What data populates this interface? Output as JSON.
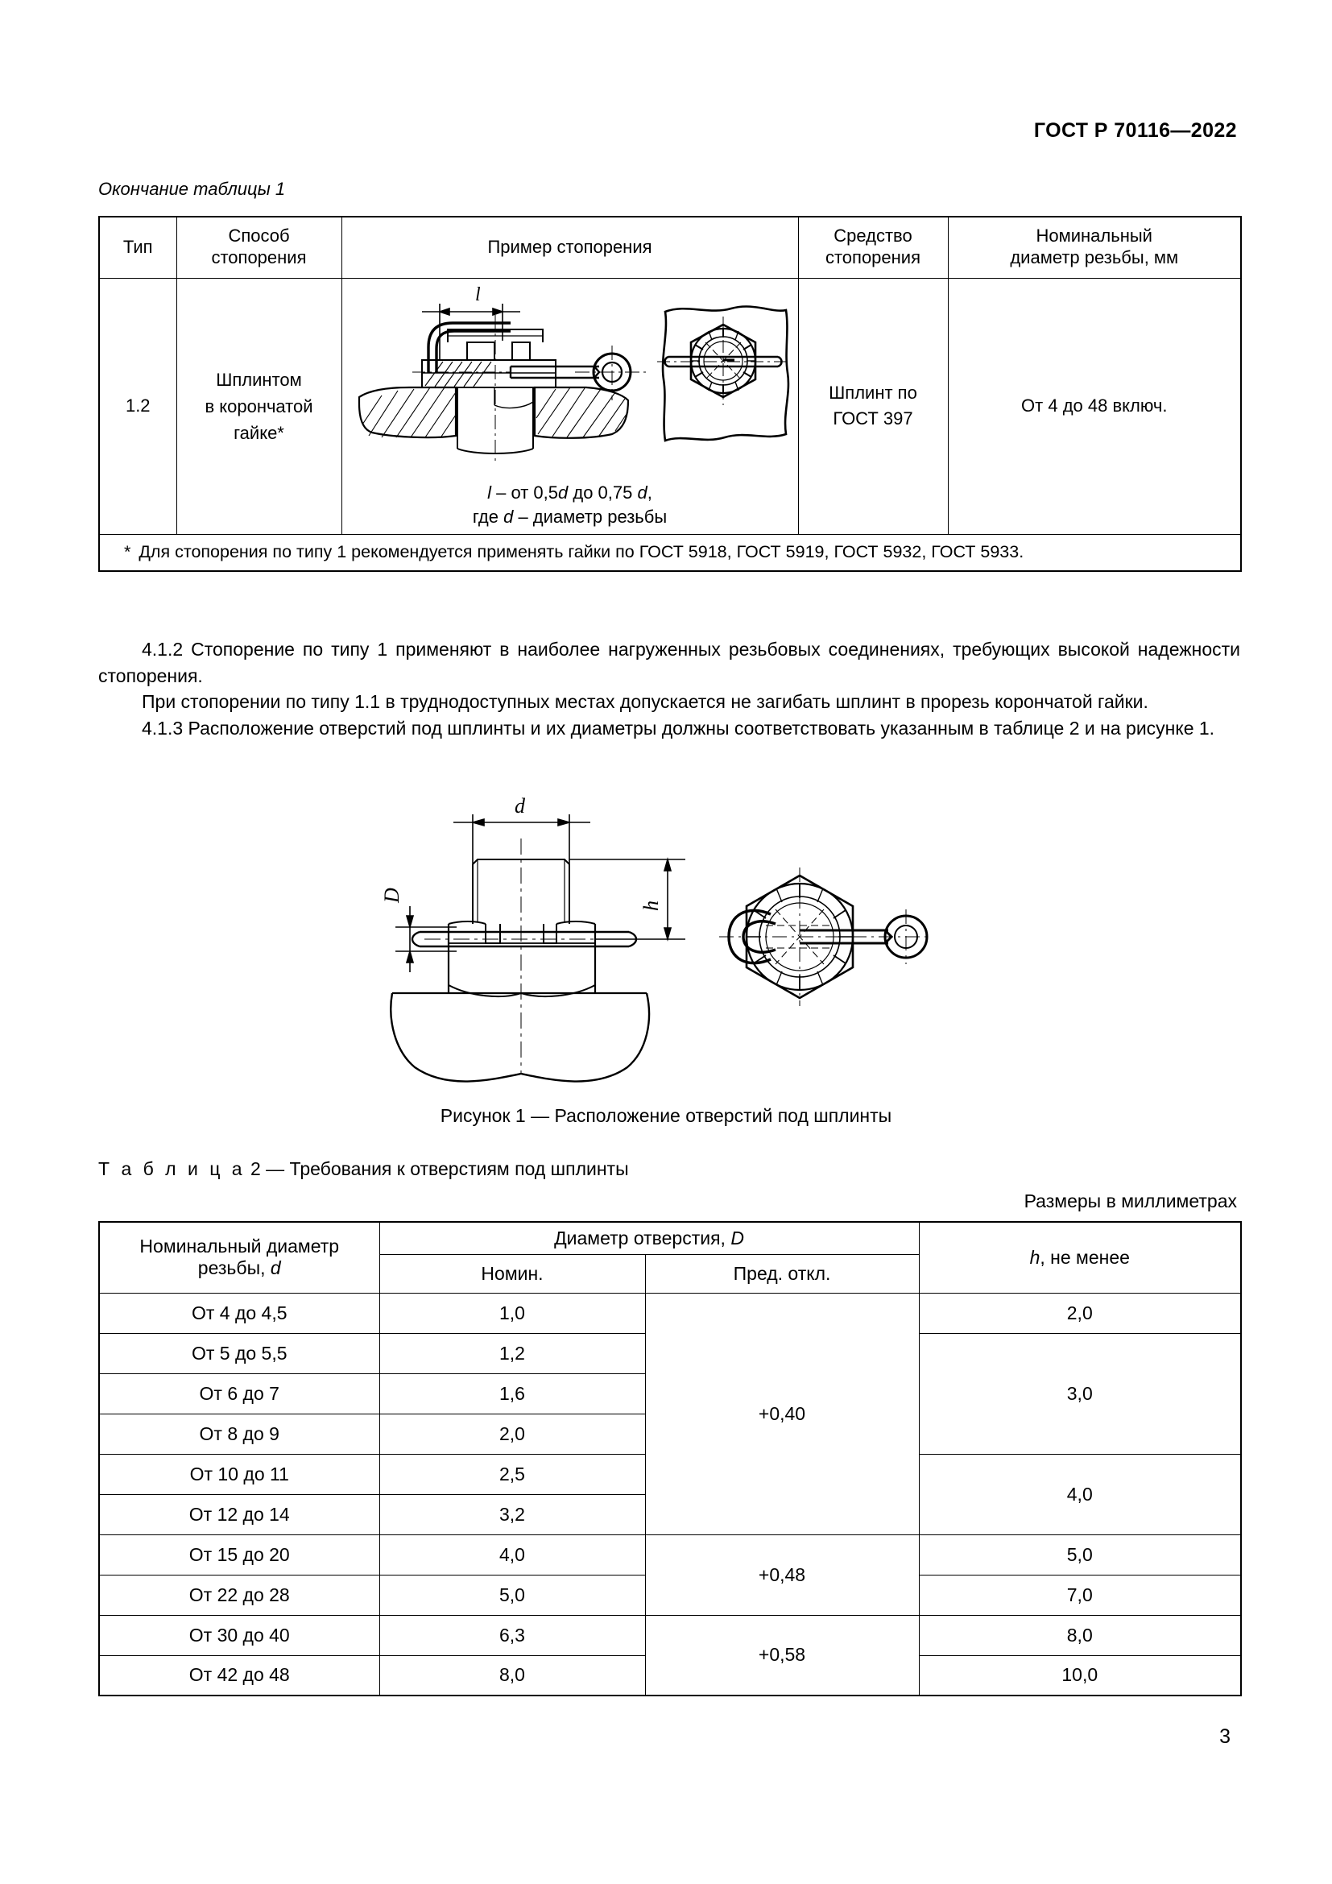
{
  "header": {
    "standard_title": "ГОСТ Р 70116—2022"
  },
  "page_number": "3",
  "table1": {
    "caption": "Окончание таблицы 1",
    "headers": {
      "type": "Тип",
      "method_line1": "Способ",
      "method_line2": "стопорения",
      "example": "Пример стопорения",
      "means_line1": "Средство",
      "means_line2": "стопорения",
      "diameter_line1": "Номинальный",
      "diameter_line2": "диаметр резьбы, мм"
    },
    "row": {
      "type": "1.2",
      "method_line1": "Шплинтом",
      "method_line2": "в корончатой",
      "method_line3": "гайке*",
      "figure_label_l": "l",
      "figure_note_line1_a": "l",
      "figure_note_line1_b": " – от 0,5",
      "figure_note_line1_c": "d",
      "figure_note_line1_d": " до 0,75 ",
      "figure_note_line1_e": "d",
      "figure_note_line1_f": ",",
      "figure_note_line2_a": "где ",
      "figure_note_line2_b": "d",
      "figure_note_line2_c": " – диаметр резьбы",
      "means_line1": "Шплинт по",
      "means_line2": "ГОСТ 397",
      "diameter": "От 4 до 48 включ."
    },
    "footnote_star": "*",
    "footnote_text": "Для стопорения по типу 1 рекомендуется применять гайки по ГОСТ 5918, ГОСТ 5919, ГОСТ 5932, ГОСТ 5933."
  },
  "body": {
    "para_412": "4.1.2  Стопорение по типу 1 применяют в наиболее нагруженных резьбовых соединениях, требующих высокой надежности стопорения.",
    "para_411_note": "При стопорении по типу 1.1 в труднодоступных местах допускается не загибать шплинт в прорезь корончатой гайки.",
    "para_413": "4.1.3  Расположение отверстий под шплинты и их диаметры должны соответствовать указанным в таблице 2 и на рисунке 1."
  },
  "figure1": {
    "label_d": "d",
    "label_D": "D",
    "label_h": "h",
    "caption": "Рисунок 1 — Расположение отверстий под шплинты"
  },
  "table2": {
    "title_prefix": "Т а б л и ц а",
    "title_number": "2",
    "title_text": "— Требования к отверстиям под шплинты",
    "units_note": "Размеры в миллиметрах",
    "headers": {
      "thread_diameter_a": "Номинальный диаметр резьбы, ",
      "thread_diameter_b": "d",
      "hole_diameter_a": "Диаметр отверстия, ",
      "hole_diameter_b": "D",
      "nominal": "Номин.",
      "deviation": "Пред. откл.",
      "h_a": "h",
      "h_b": ", не менее"
    },
    "rows": [
      {
        "thread": "От 4 до 4,5",
        "nominal": "1,0"
      },
      {
        "thread": "От 5 до 5,5",
        "nominal": "1,2"
      },
      {
        "thread": "От 6 до 7",
        "nominal": "1,6"
      },
      {
        "thread": "От 8 до 9",
        "nominal": "2,0"
      },
      {
        "thread": "От 10 до 11",
        "nominal": "2,5"
      },
      {
        "thread": "От 12 до 14",
        "nominal": "3,2"
      },
      {
        "thread": "От 15 до 20",
        "nominal": "4,0"
      },
      {
        "thread": "От 22 до 28",
        "nominal": "5,0"
      },
      {
        "thread": "От 30 до 40",
        "nominal": "6,3"
      },
      {
        "thread": "От 42 до 48",
        "nominal": "8,0"
      }
    ],
    "deviation_groups": [
      {
        "value": "+0,40",
        "span": 6
      },
      {
        "value": "+0,48",
        "span": 2
      },
      {
        "value": "+0,58",
        "span": 2
      }
    ],
    "h_groups": [
      {
        "value": "2,0",
        "span": 1
      },
      {
        "value": "3,0",
        "span": 3
      },
      {
        "value": "4,0",
        "span": 2
      },
      {
        "value": "5,0",
        "span": 1
      },
      {
        "value": "7,0",
        "span": 1
      },
      {
        "value": "8,0",
        "span": 1
      },
      {
        "value": "10,0",
        "span": 1
      }
    ]
  }
}
